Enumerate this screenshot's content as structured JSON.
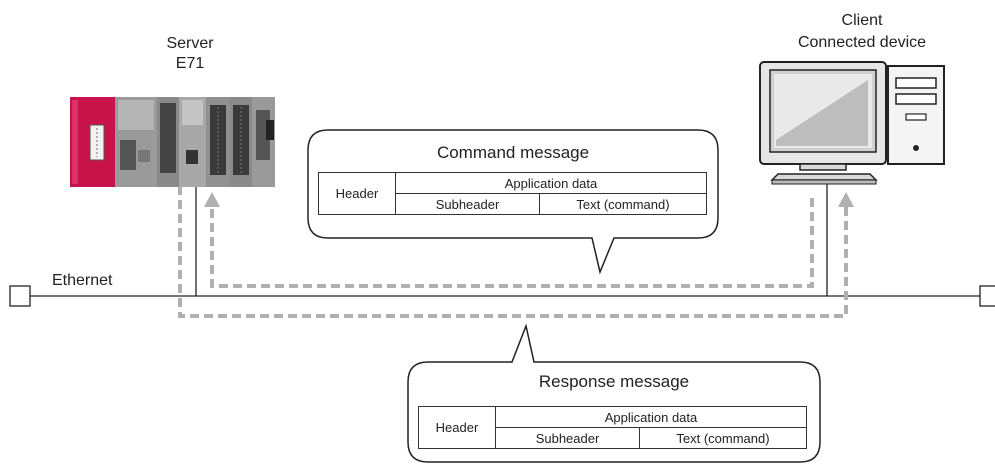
{
  "server": {
    "label": "Server",
    "model": "E71"
  },
  "client": {
    "label": "Client",
    "sublabel": "Connected device"
  },
  "network": {
    "label": "Ethernet"
  },
  "command_message": {
    "title": "Command message",
    "header": "Header",
    "application_data": "Application data",
    "subheader": "Subheader",
    "text": "Text (command)"
  },
  "response_message": {
    "title": "Response message",
    "header": "Header",
    "application_data": "Application data",
    "subheader": "Subheader",
    "text": "Text (command)"
  },
  "colors": {
    "plc_red": "#c8144a",
    "plc_gray": "#8c8c8c",
    "plc_dark": "#3a3a3a",
    "dashed_arrow": "#b0b0b0",
    "line": "#222222"
  }
}
